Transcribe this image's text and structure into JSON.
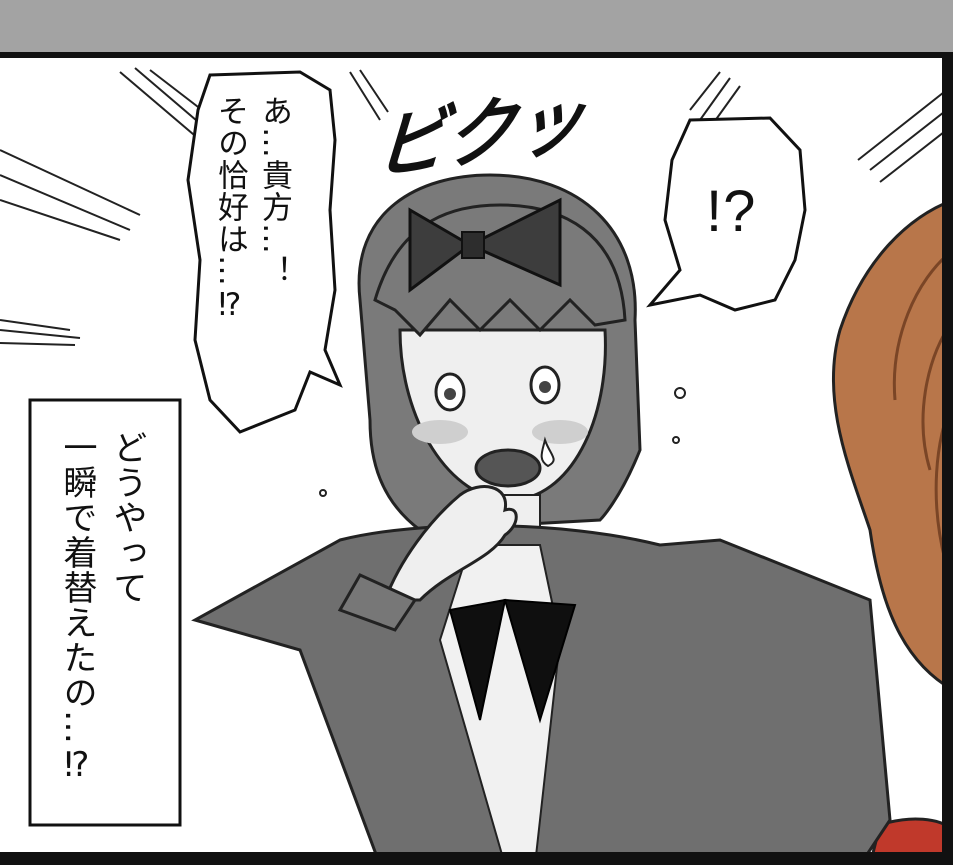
{
  "speech_bubbles": {
    "left": "あ…貴方…！\nその恰好は…⁉",
    "right": "!?"
  },
  "caption": "どうやって\n一瞬で着替えたの…⁉",
  "sound_effect": "ビクッ",
  "colors": {
    "top_band": "#a3a3a3",
    "hair_right_character": "#b8764a",
    "uniform": "#6f6f6f"
  }
}
